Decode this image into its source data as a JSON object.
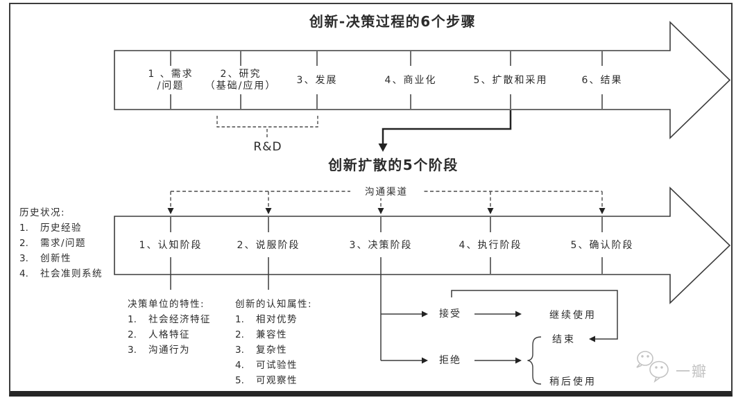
{
  "titles": {
    "process": "创新-决策过程的6个步骤",
    "diffusion": "创新扩散的5个阶段"
  },
  "process_steps": [
    {
      "label": "1 、需求\n/问题"
    },
    {
      "label": "2、研究\n（基础/应用）"
    },
    {
      "label": "3、发展"
    },
    {
      "label": "4、商业化"
    },
    {
      "label": "5、扩散和采用"
    },
    {
      "label": "6、结果"
    }
  ],
  "rd_label": "R&D",
  "channel_label": "沟通渠道",
  "diffusion_stages": [
    {
      "label": "1、认知阶段"
    },
    {
      "label": "2、说服阶段"
    },
    {
      "label": "3、决策阶段"
    },
    {
      "label": "4、执行阶段"
    },
    {
      "label": "5、确认阶段"
    }
  ],
  "prior_conditions": {
    "title": "历史状况:",
    "items": [
      {
        "n": "1.",
        "t": "历史经验"
      },
      {
        "n": "2.",
        "t": "需求/问题"
      },
      {
        "n": "3.",
        "t": "创新性"
      },
      {
        "n": "4.",
        "t": "社会准则系统"
      }
    ]
  },
  "decision_unit": {
    "title": "决策单位的特性:",
    "items": [
      {
        "n": "1.",
        "t": "社会经济特征"
      },
      {
        "n": "2.",
        "t": "人格特征"
      },
      {
        "n": "3.",
        "t": "沟通行为"
      }
    ]
  },
  "innovation_attrs": {
    "title": "创新的认知属性:",
    "items": [
      {
        "n": "1.",
        "t": "相对优势"
      },
      {
        "n": "2.",
        "t": "兼容性"
      },
      {
        "n": "3.",
        "t": "复杂性"
      },
      {
        "n": "4.",
        "t": "可试验性"
      },
      {
        "n": "5.",
        "t": "可观察性"
      }
    ]
  },
  "outcomes": {
    "accept": "接受",
    "continued_use": "继续使用",
    "reject": "拒绝",
    "discontinuance": "结束",
    "later_use": "稍后使用"
  },
  "watermark": "一瓣",
  "colors": {
    "line": "#3c3c3c",
    "thick_line": "#222222",
    "text": "#2b2b2b",
    "watermark": "#c3c3c3"
  }
}
